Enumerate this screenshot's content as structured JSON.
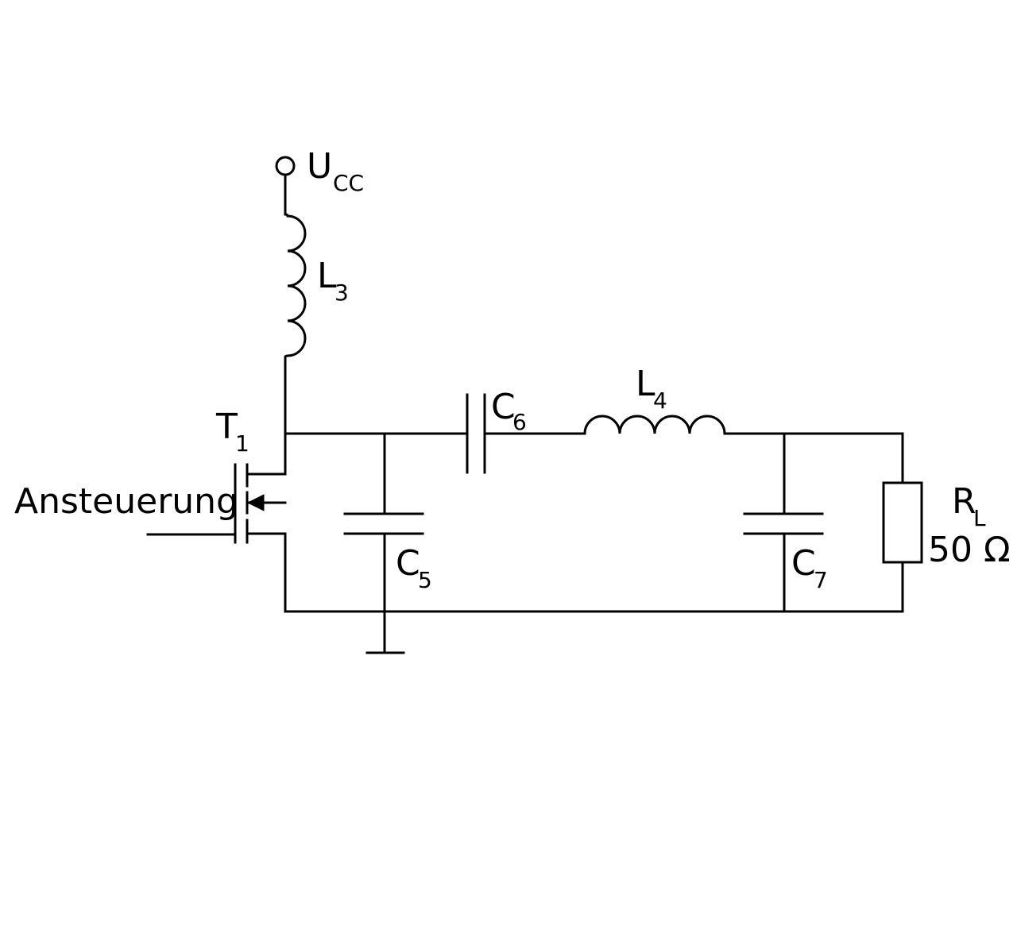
{
  "labels": {
    "supply_main": "U",
    "supply_sub": "CC",
    "l3_main": "L",
    "l3_sub": "3",
    "t1_main": "T",
    "t1_sub": "1",
    "drive": "Ansteuerung",
    "c6_main": "C",
    "c6_sub": "6",
    "l4_main": "L",
    "l4_sub": "4",
    "c5_main": "C",
    "c5_sub": "5",
    "c7_main": "C",
    "c7_sub": "7",
    "rl_main": "R",
    "rl_sub": "L",
    "rl_value": "50 Ω"
  }
}
